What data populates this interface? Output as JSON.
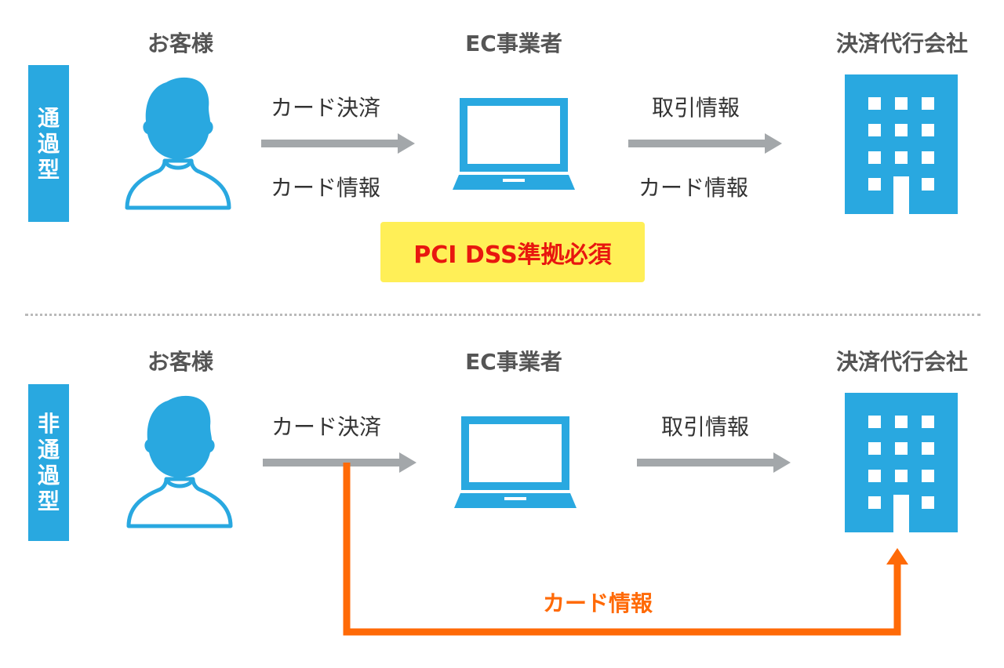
{
  "top": {
    "badge": [
      "通",
      "過",
      "型"
    ],
    "customer": "お客様",
    "merchant": "EC事業者",
    "processor": "決済代行会社",
    "arrow1_top": "カード決済",
    "arrow1_bottom": "カード情報",
    "arrow2_top": "取引情報",
    "arrow2_bottom": "カード情報",
    "notice": "PCI DSS準拠必須"
  },
  "bottom": {
    "badge": [
      "非",
      "通",
      "過",
      "型"
    ],
    "customer": "お客様",
    "merchant": "EC事業者",
    "processor": "決済代行会社",
    "arrow1_top": "カード決済",
    "arrow2_top": "取引情報",
    "direct_label": "カード情報"
  },
  "colors": {
    "blue": "#29a8e0",
    "gray_arrow": "#a3a7aa",
    "orange": "#ff6a07",
    "notice_bg": "#ffef57",
    "notice_text": "#e8170f"
  },
  "icons": {
    "customer": "person-icon",
    "merchant": "laptop-icon",
    "processor": "building-icon"
  }
}
